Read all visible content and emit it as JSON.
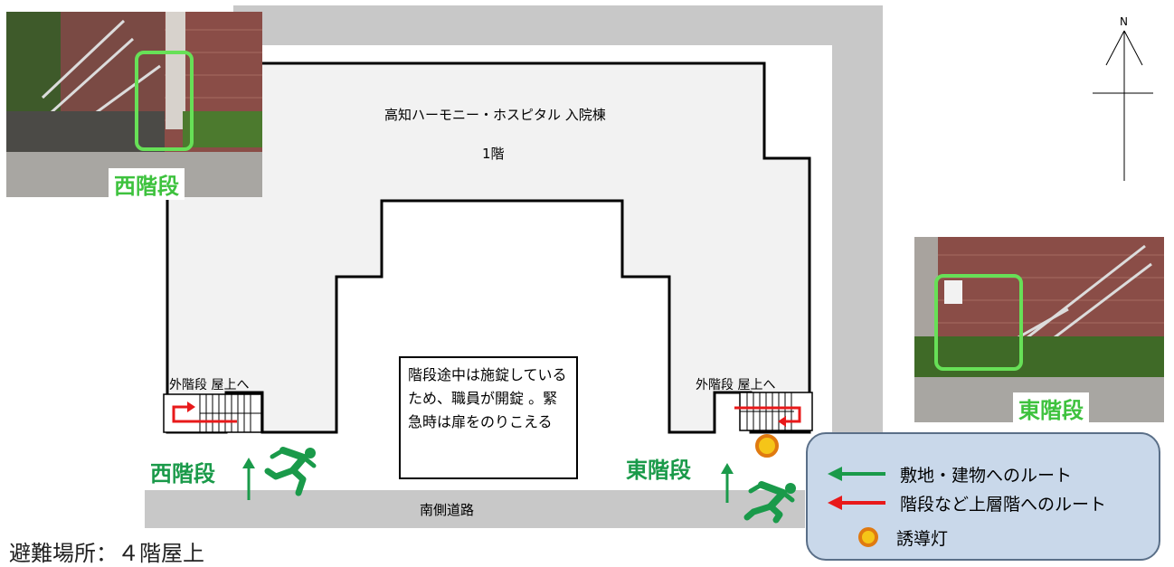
{
  "building_name": "高知ハーモニー・ホスピタル 入院棟",
  "floor": "1階",
  "road_label": "南側道路",
  "north_label": "N",
  "west_stairs_label": "西階段",
  "east_stairs_label": "東階段",
  "west_outer_stairs_label": "外階段 屋上へ",
  "east_outer_stairs_label": "外階段 屋上へ",
  "note_text": "階段途中は施錠しているため、職員が開錠 。緊急時は扉をのりこえる",
  "evacuation_site": "避難場所：４階屋上",
  "legend": {
    "items": [
      {
        "label": "敷地・建物へのルート",
        "icon": "green-arrow-icon",
        "color": "#1a9a4a"
      },
      {
        "label": "階段など上層階へのルート",
        "icon": "red-arrow-icon",
        "color": "#e8191a"
      },
      {
        "label": "誘導灯",
        "icon": "guide-light-icon",
        "color": "#f39a1a"
      }
    ]
  },
  "colors": {
    "route_green": "#1a9a4a",
    "upper_red": "#e8191a",
    "stair_label_green": "#3ec23e",
    "guide_light": "#f39a1a",
    "road_gray": "#c8c8c8",
    "building_fill": "#f2f2f2"
  }
}
